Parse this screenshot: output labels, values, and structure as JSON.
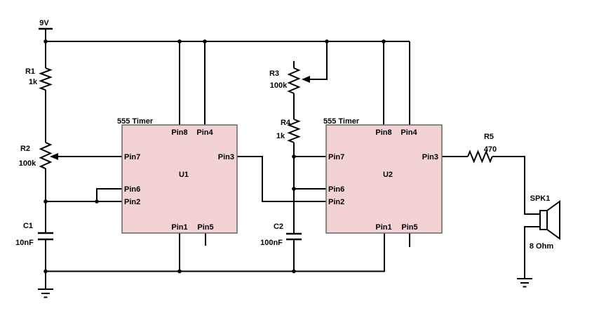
{
  "schematic": {
    "power_label": "9V",
    "pins": {
      "p8": "Pin8",
      "p4": "Pin4",
      "p7": "Pin7",
      "p3": "Pin3",
      "p6": "Pin6",
      "p2": "Pin2",
      "p1": "Pin1",
      "p5": "Pin5"
    },
    "components": {
      "r1": {
        "ref": "R1",
        "value": "1k"
      },
      "r2": {
        "ref": "R2",
        "value": "100k"
      },
      "r3": {
        "ref": "R3",
        "value": "100k"
      },
      "r4": {
        "ref": "R4",
        "value": "1k"
      },
      "r5": {
        "ref": "R5",
        "value": "470"
      },
      "c1": {
        "ref": "C1",
        "value": "10nF"
      },
      "c2": {
        "ref": "C2",
        "value": "100nF"
      },
      "u1": {
        "ref": "U1",
        "type": "555 Timer"
      },
      "u2": {
        "ref": "U2",
        "type": "555 Timer"
      },
      "spk1": {
        "ref": "SPK1",
        "value": "8 Ohm"
      }
    },
    "colors": {
      "ic_fill": "#f2d2d2",
      "ic_border": "#6e6e6e",
      "wire": "#000000",
      "background": "#ffffff"
    }
  }
}
